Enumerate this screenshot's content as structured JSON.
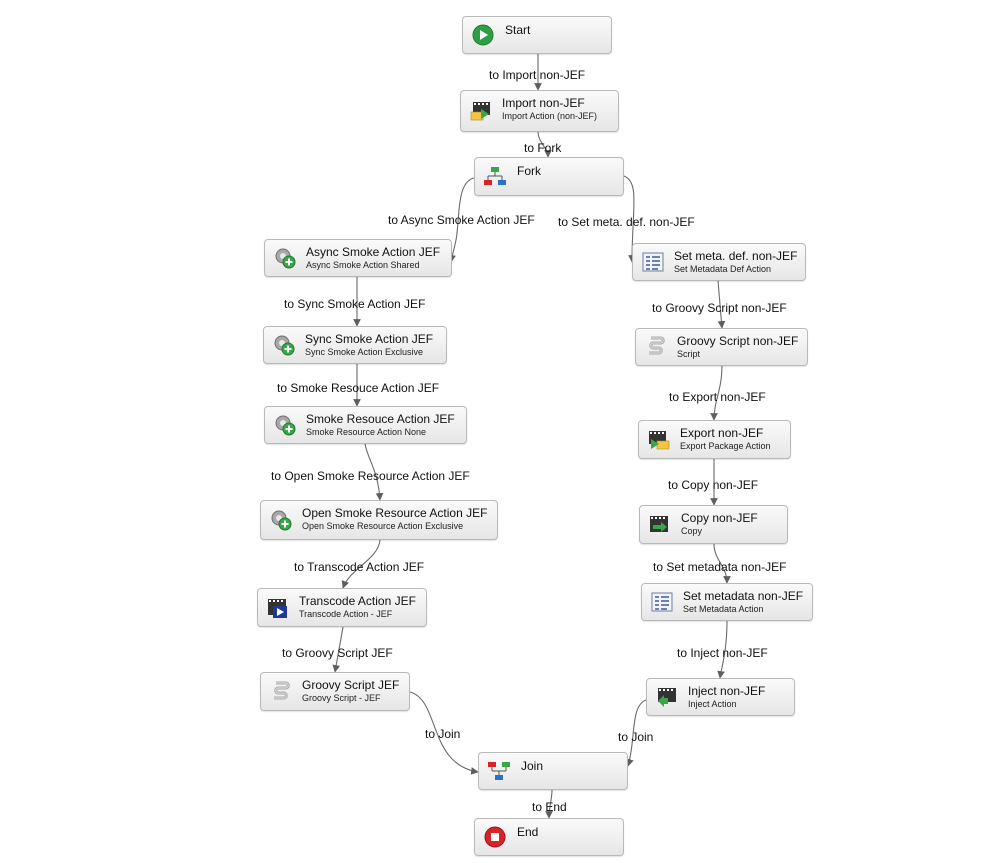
{
  "nodes": {
    "start": {
      "title": "Start",
      "icon": "start-icon"
    },
    "import": {
      "title": "Import non-JEF",
      "subtitle": "Import Action (non-JEF)",
      "icon": "import-icon"
    },
    "fork": {
      "title": "Fork",
      "icon": "fork-icon"
    },
    "async": {
      "title": "Async Smoke Action JEF",
      "subtitle": "Async Smoke Action Shared",
      "icon": "gear-add-icon"
    },
    "sync": {
      "title": "Sync Smoke Action JEF",
      "subtitle": "Sync Smoke Action Exclusive",
      "icon": "gear-add-icon"
    },
    "resouce": {
      "title": "Smoke Resouce Action JEF",
      "subtitle": "Smoke Resource Action None",
      "icon": "gear-add-icon"
    },
    "openres": {
      "title": "Open Smoke Resource Action JEF",
      "subtitle": "Open Smoke Resource Action Exclusive",
      "icon": "gear-add-icon"
    },
    "transcode": {
      "title": "Transcode Action JEF",
      "subtitle": "Transcode Action - JEF",
      "icon": "transcode-icon"
    },
    "groovyjef": {
      "title": "Groovy Script JEF",
      "subtitle": "Groovy Script - JEF",
      "icon": "script-icon"
    },
    "setmetadef": {
      "title": "Set meta. def. non-JEF",
      "subtitle": "Set Metadata Def Action",
      "icon": "metadata-icon"
    },
    "groovynonjef": {
      "title": "Groovy Script non-JEF",
      "subtitle": "Script",
      "icon": "script-icon"
    },
    "export": {
      "title": "Export non-JEF",
      "subtitle": "Export Package Action",
      "icon": "export-icon"
    },
    "copy": {
      "title": "Copy non-JEF",
      "subtitle": "Copy",
      "icon": "copy-icon"
    },
    "setmeta": {
      "title": "Set metadata non-JEF",
      "subtitle": "Set Metadata Action",
      "icon": "metadata-icon"
    },
    "inject": {
      "title": "Inject non-JEF",
      "subtitle": "Inject Action",
      "icon": "inject-icon"
    },
    "join": {
      "title": "Join",
      "icon": "join-icon"
    },
    "end": {
      "title": "End",
      "icon": "end-icon"
    }
  },
  "edges": {
    "start_import": "to Import non-JEF",
    "import_fork": "to Fork",
    "fork_async": "to Async Smoke Action JEF",
    "fork_setmetadef": "to Set meta. def. non-JEF",
    "async_sync": "to Sync Smoke Action JEF",
    "sync_resouce": "to Smoke Resouce Action JEF",
    "resouce_openres": "to Open Smoke Resource Action JEF",
    "openres_transcode": "to Transcode Action JEF",
    "transcode_groovyjef": "to Groovy Script JEF",
    "groovyjef_join": "to Join",
    "setmetadef_groovy": "to Groovy Script non-JEF",
    "groovy_export": "to Export non-JEF",
    "export_copy": "to Copy non-JEF",
    "copy_setmeta": "to Set metadata non-JEF",
    "setmeta_inject": "to Inject non-JEF",
    "inject_join": "to Join",
    "join_end": "to End"
  },
  "colors": {
    "edge": "#5f5f5f",
    "start_green": "#2ea043",
    "end_red": "#d9232b",
    "fork_blue": "#2c6fc7"
  }
}
